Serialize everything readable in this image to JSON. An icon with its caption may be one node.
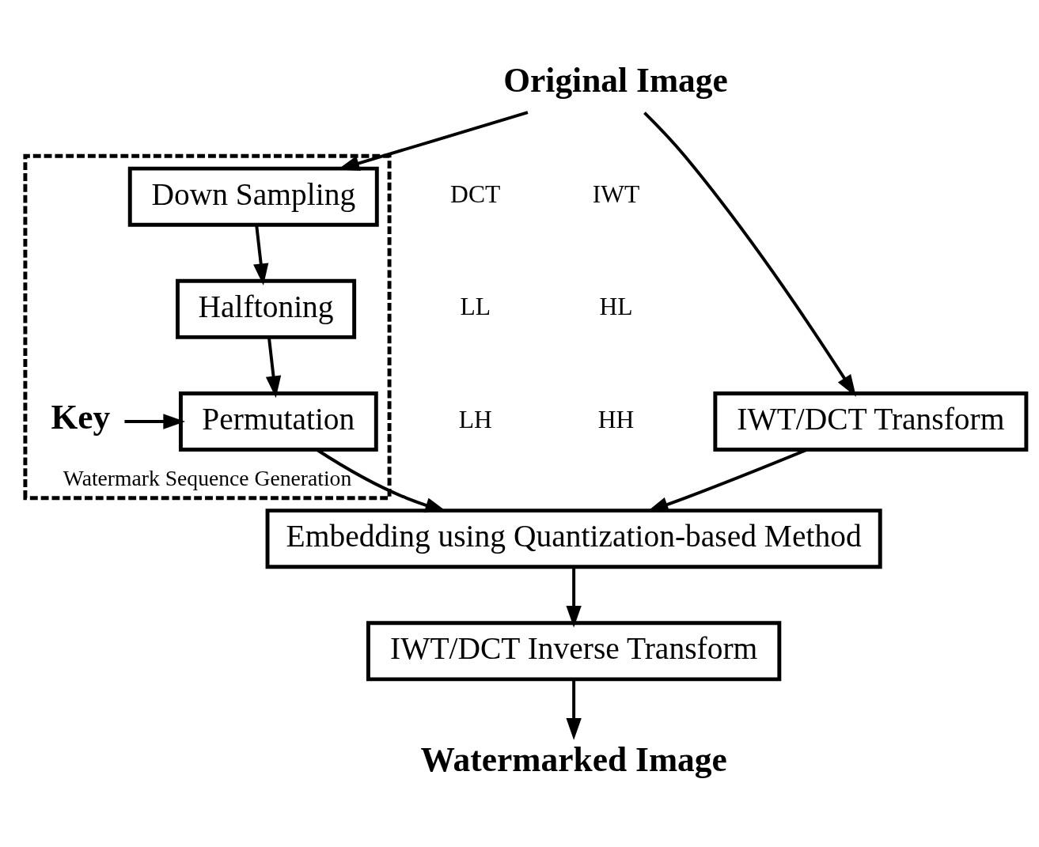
{
  "diagram": {
    "nodes": [
      {
        "text": [
          "Original Image"
        ]
      },
      {
        "text": [
          "Watermark Sequence Generation"
        ]
      },
      {
        "text": [
          "Down Sampling"
        ],
        "in": 1
      },
      {
        "text": [
          "Halftoning"
        ],
        "in": 1
      },
      {
        "text": [
          "Permutation"
        ],
        "in": 1
      },
      {
        "text": [
          "Key"
        ],
        "in": 1
      },
      {
        "text": [
          "IWT/DCT Transform"
        ]
      },
      {
        "text": [
          "Embedding using Quantization-based Method"
        ]
      },
      {
        "text": [
          "IWT/DCT Inverse Transform"
        ]
      },
      {
        "text": [
          "Watermarked Image"
        ]
      }
    ],
    "edges": [
      {
        "from": 0,
        "to": 2,
        "arrow": "to"
      },
      {
        "from": 0,
        "to": 6,
        "arrow": "to"
      },
      {
        "from": 2,
        "to": 3,
        "arrow": "to"
      },
      {
        "from": 3,
        "to": 4,
        "arrow": "to"
      },
      {
        "from": 5,
        "to": 4,
        "arrow": "to"
      },
      {
        "from": 4,
        "to": 7,
        "arrow": "to"
      },
      {
        "from": 6,
        "to": 7,
        "arrow": "to"
      },
      {
        "from": 7,
        "to": 8,
        "arrow": "to"
      },
      {
        "from": 8,
        "to": 9,
        "arrow": "to"
      }
    ],
    "labels": [
      "IWT",
      "DCT",
      "LL",
      "HL",
      "LH",
      "HH"
    ]
  }
}
